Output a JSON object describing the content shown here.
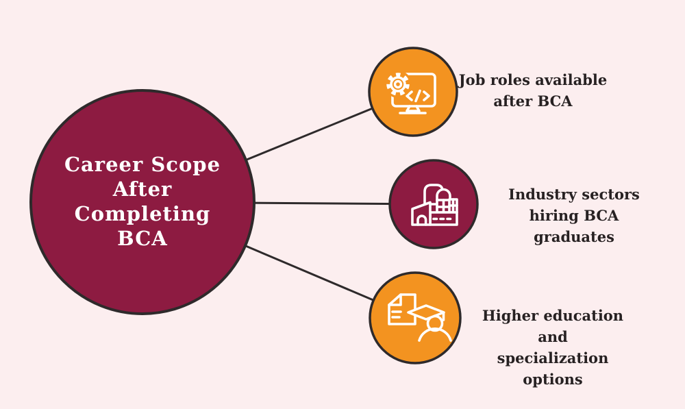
{
  "title": {
    "lines": [
      "Career Scope",
      "After",
      "Completing",
      "BCA"
    ]
  },
  "nodes": [
    {
      "id": "job-roles",
      "icon": "code-monitor-gear-icon",
      "circle_color": "#F39320",
      "label_lines": [
        "Job roles available",
        "after BCA"
      ]
    },
    {
      "id": "industry-sectors",
      "icon": "factory-building-icon",
      "circle_color": "#8D1B41",
      "label_lines": [
        "Industry sectors",
        "hiring BCA graduates"
      ]
    },
    {
      "id": "higher-education",
      "icon": "document-graduate-icon",
      "circle_color": "#F39320",
      "label_lines": [
        "Higher education and",
        "specialization options"
      ]
    }
  ],
  "colors": {
    "background": "#FCEEEF",
    "maroon": "#8D1B41",
    "orange": "#F39320",
    "outline": "#2E2A2B",
    "connector": "#2E2A2B",
    "title_text": "#FFFFFF",
    "label_text": "#272122",
    "icon_stroke": "#FFFFFF"
  }
}
